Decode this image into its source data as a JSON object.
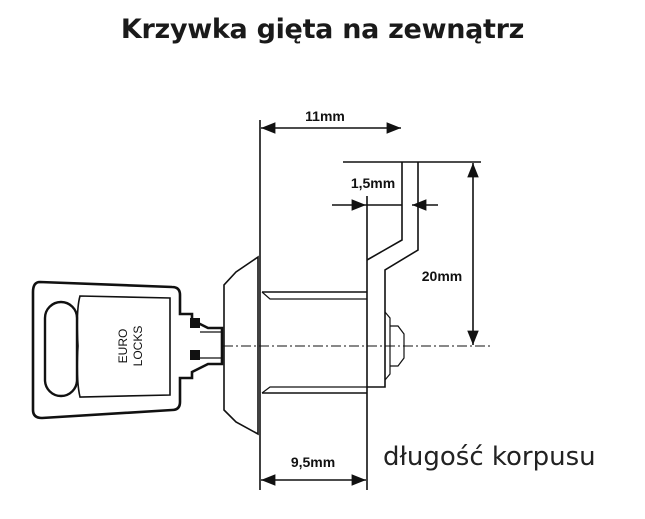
{
  "title": "Krzywka gięta na zewnątrz",
  "dimensions": {
    "overall": "11mm",
    "cam_thickness": "1,5mm",
    "cam_height": "20mm",
    "body": "9,5mm"
  },
  "body_length_label": "długość korpusu",
  "key_brand": {
    "line1": "EURO",
    "line2": "LOCKS"
  }
}
